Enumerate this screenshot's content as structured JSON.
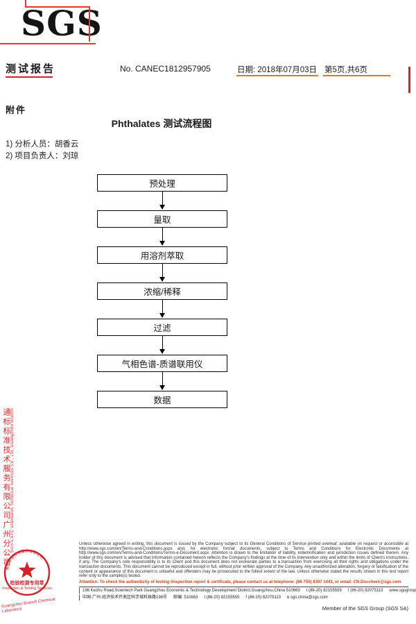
{
  "logo": {
    "text": "SGS"
  },
  "header": {
    "report_title": "测试报告",
    "report_no": "No. CANEC1812957905",
    "date": "日期: 2018年07月03日",
    "page_info": "第5页,共6页"
  },
  "attachment_label": "附件",
  "flow_title": "Phthalates 测试流程图",
  "personnel": [
    "1) 分析人员：胡香云",
    "2) 项目负责人：刘琼"
  ],
  "flow_steps": [
    "预处理",
    "量取",
    "用溶剂萃取",
    "浓缩/稀释",
    "过滤",
    "气相色谱-质谱联用仪",
    "数据"
  ],
  "side": {
    "company_cn": "通标标准技术服务有限公司广州分公司",
    "company_en": "SGS-CSTC Standards Technical Services Co., Ltd. Guangzhou Branch",
    "lab": "Guangzhou Branch Chemical Laboratory",
    "stamp_arc": "通标标准技术服务有限公司",
    "stamp_line1": "检验检测专用章",
    "stamp_line2": "Inspection & Testing Services"
  },
  "footer": {
    "legal": "Unless otherwise agreed in writing, this document is issued by the Company subject to its General Conditions of Service printed overleaf, available on request or accessible at http://www.sgs.com/en/Terms-and-Conditions.aspx and, for electronic format documents, subject to Terms and Conditions for Electronic Documents at http://www.sgs.com/en/Terms-and-Conditions/Terms-e-Document.aspx. Attention is drawn to the limitation of liability, indemnification and jurisdiction issues defined therein. Any holder of this document is advised that information contained hereon reflects the Company's findings at the time of its intervention only and within the limits of Client's instructions, if any. The Company's sole responsibility is to its Client and this document does not exonerate parties to a transaction from exercising all their rights and obligations under the transaction documents. This document cannot be reproduced except in full, without prior written approval of the Company. Any unauthorized alteration, forgery or falsification of the content or appearance of this document is unlawful and offenders may be prosecuted to the fullest extent of the law. Unless otherwise stated the results shown in this test report refer only to the sample(s) tested.",
    "attention": "Attention: To check the authenticity of testing /inspection report & certificate, please contact us at telephone: (86-755) 8307 1443, or email: CN.Doccheck@sgs.com",
    "address_en": "198 Kezhu Road,Scientech Park Guangzhou Economic & Technology Development District,Guangzhou,China 510663",
    "tel": "t (86-20) 82155555",
    "fax": "f (86-20) 82075113",
    "website": "www.sgsgroup.com.cn",
    "address_cn": "中国·广州·经济技术开发区科学城科珠路198号",
    "postal": "邮编: 510663",
    "email": "e  sgs.china@sgs.com",
    "member": "Member of the SGS Group (SGS SA)"
  },
  "colors": {
    "accent_red": "#d2232a",
    "accent_orange": "#e87511"
  }
}
